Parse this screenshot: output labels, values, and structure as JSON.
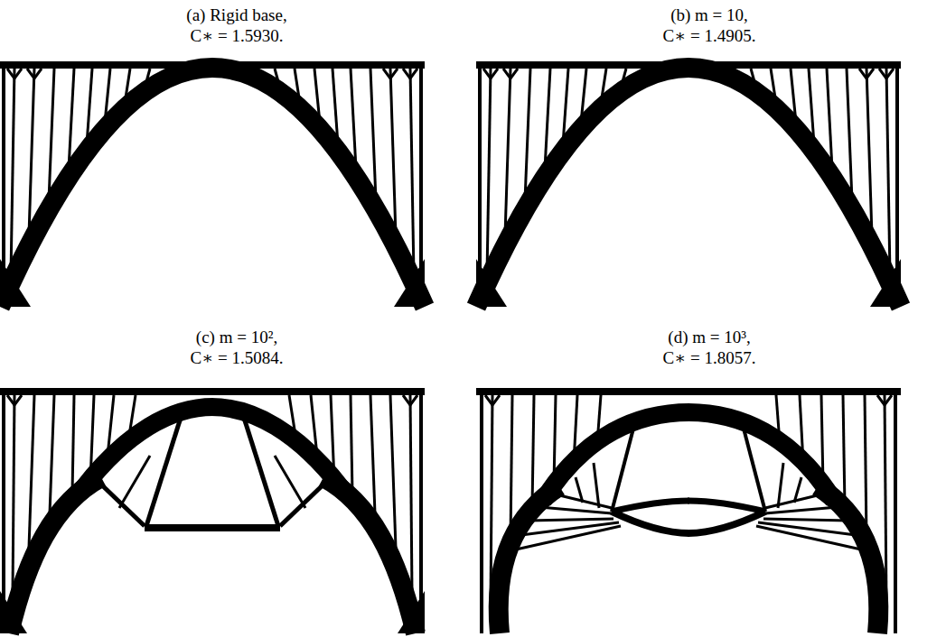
{
  "diagram": {
    "labels": [
      "(a) Rigid base,",
      "C∗ = 1.5930.",
      "(b) m = 10,",
      "C∗ = 1.4905.",
      "(c) m = 10²,",
      "C∗ = 1.5084.",
      "(d) m = 10³,",
      "C∗ = 1.8057."
    ]
  }
}
